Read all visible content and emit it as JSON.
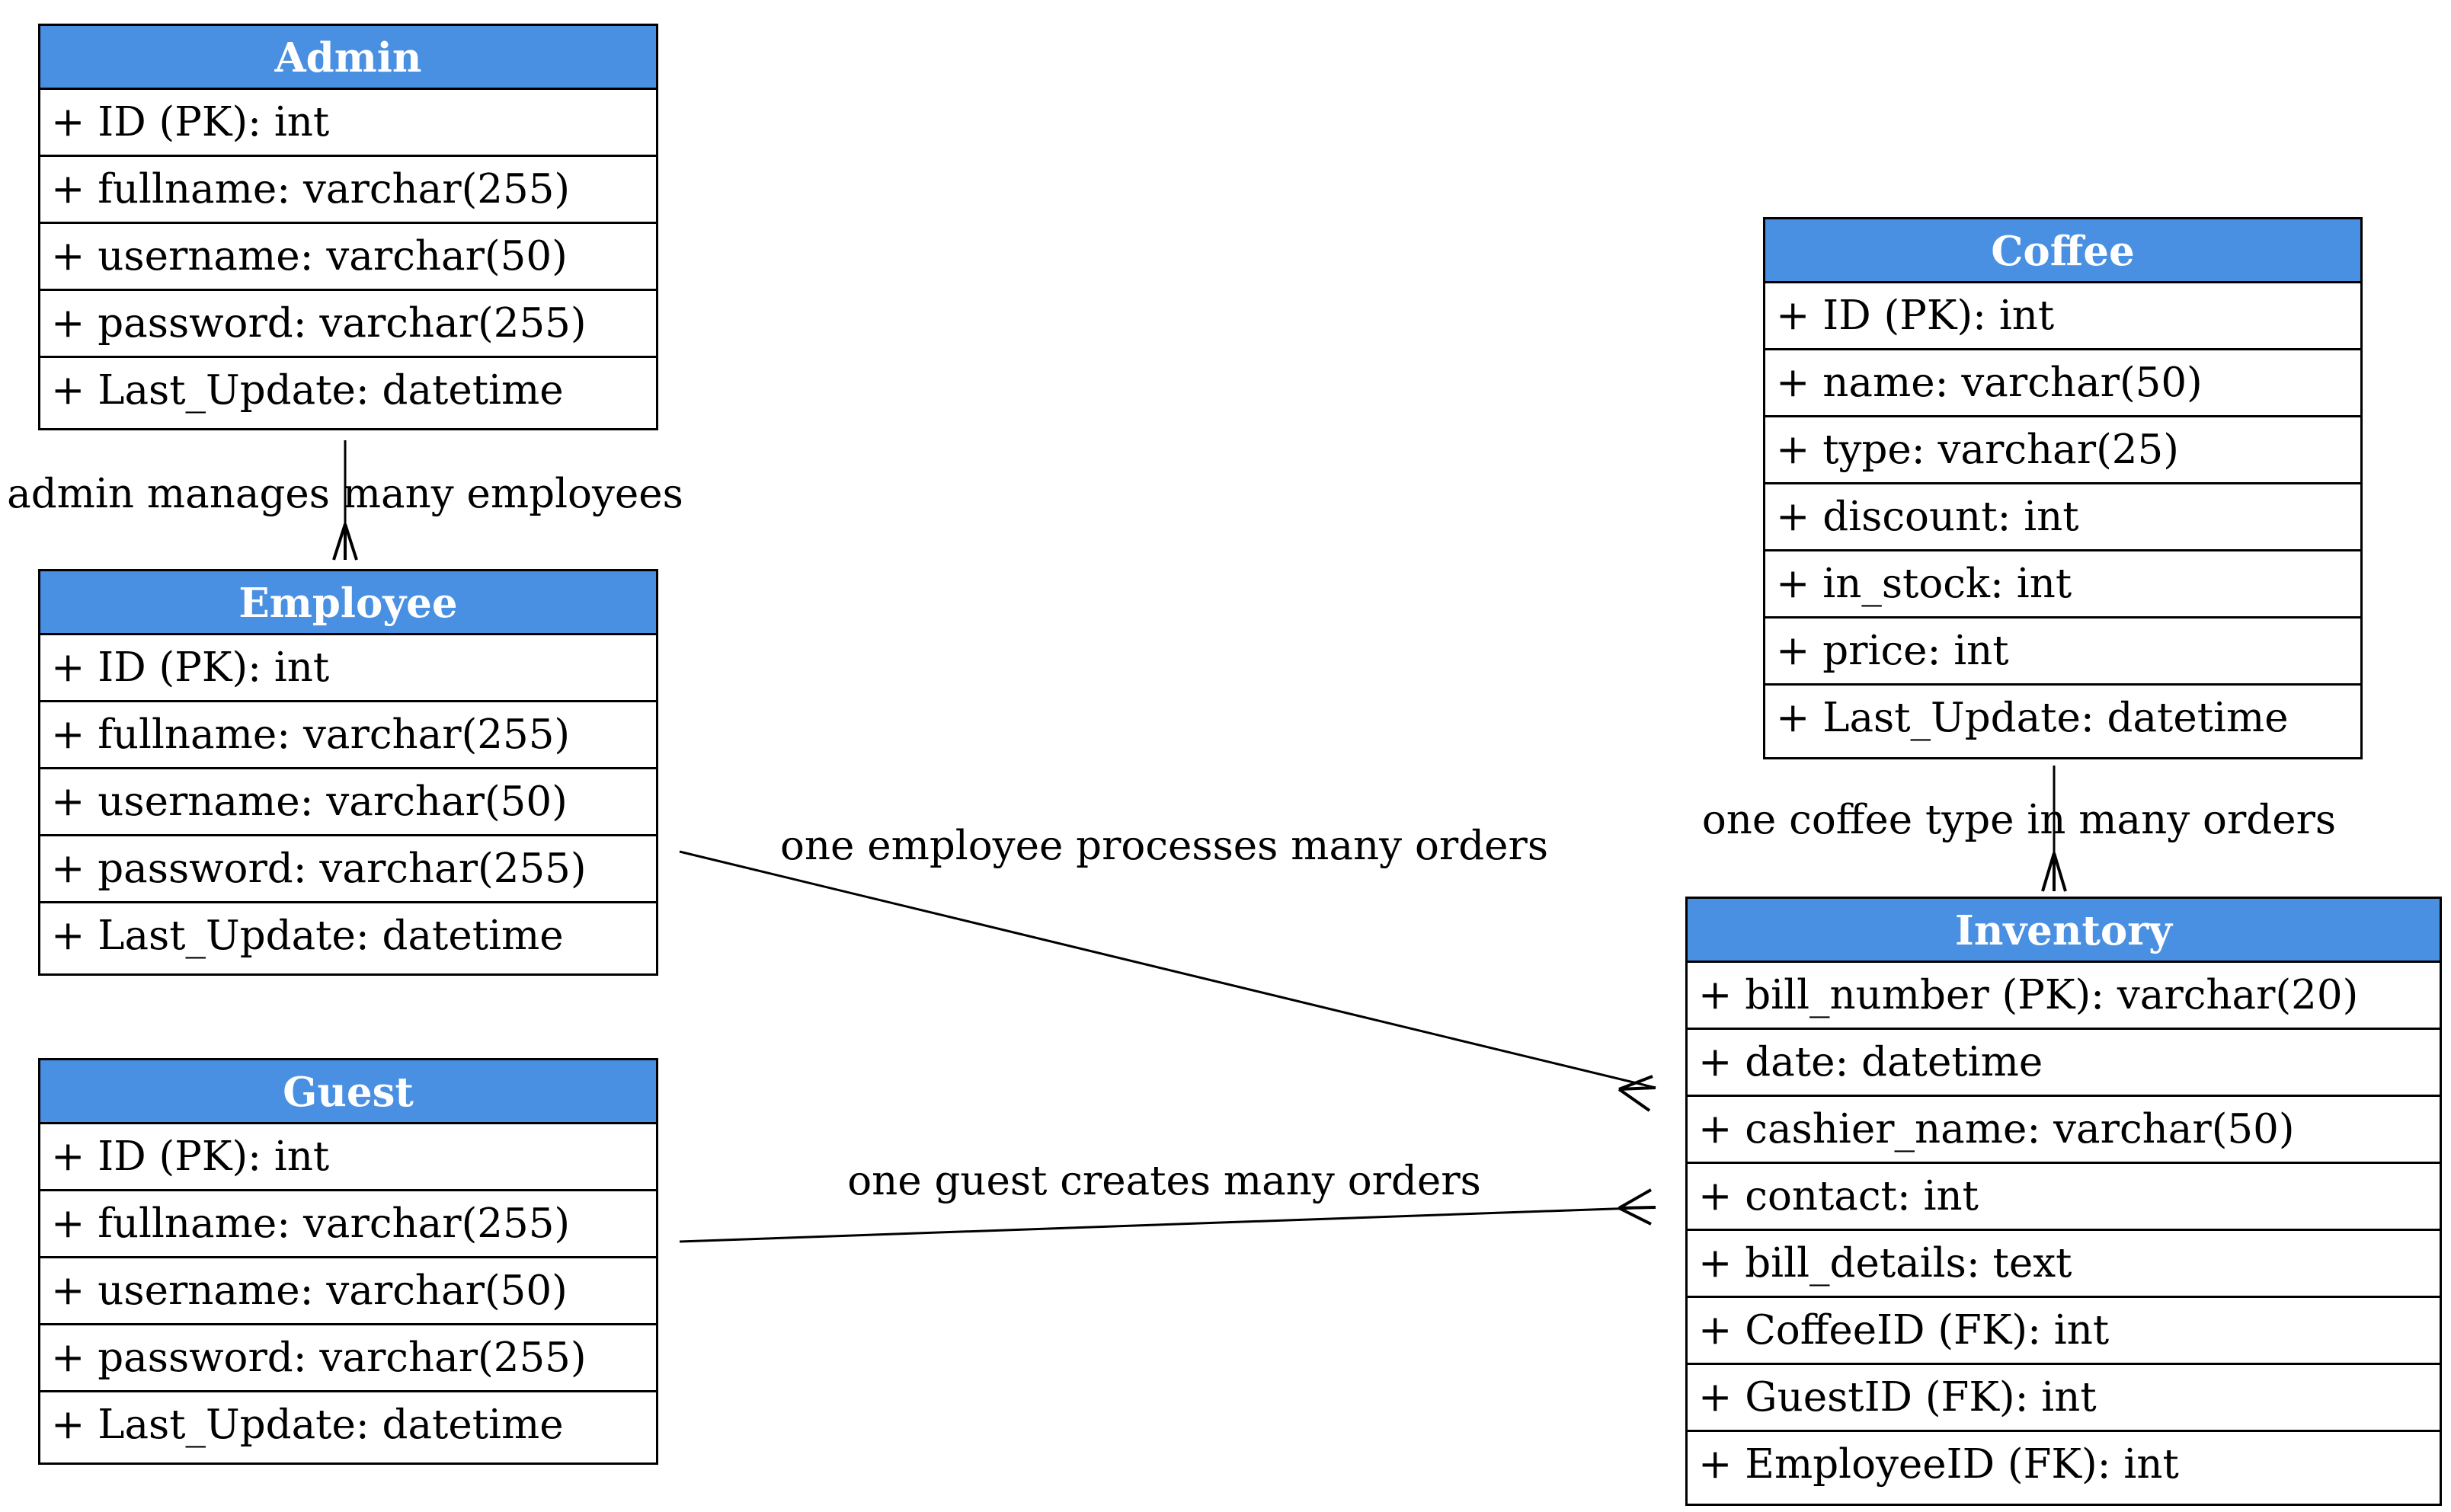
{
  "colors": {
    "header_fill": "#4a90e2",
    "header_text": "#ffffff",
    "border": "#000000",
    "line": "#000000"
  },
  "entities": {
    "admin": {
      "title": "Admin",
      "fields": [
        "+ ID (PK): int",
        "+ fullname: varchar(255)",
        "+ username: varchar(50)",
        "+ password: varchar(255)",
        "+ Last_Update: datetime"
      ]
    },
    "employee": {
      "title": "Employee",
      "fields": [
        "+ ID (PK): int",
        "+ fullname: varchar(255)",
        "+ username: varchar(50)",
        "+ password: varchar(255)",
        "+ Last_Update: datetime"
      ]
    },
    "guest": {
      "title": "Guest",
      "fields": [
        "+ ID (PK): int",
        "+ fullname: varchar(255)",
        "+ username: varchar(50)",
        "+ password: varchar(255)",
        "+ Last_Update: datetime"
      ]
    },
    "coffee": {
      "title": "Coffee",
      "fields": [
        "+ ID (PK): int",
        "+ name: varchar(50)",
        "+ type: varchar(25)",
        "+ discount: int",
        "+ in_stock: int",
        "+ price: int",
        "+ Last_Update: datetime"
      ]
    },
    "inventory": {
      "title": "Inventory",
      "fields": [
        "+ bill_number (PK): varchar(20)",
        "+ date: datetime",
        "+ cashier_name: varchar(50)",
        "+ contact: int",
        "+ bill_details: text",
        "+ CoffeeID (FK): int",
        "+ GuestID (FK): int",
        "+ EmployeeID (FK): int"
      ]
    }
  },
  "relationships": {
    "admin_employee": {
      "label": "admin manages many employees",
      "from": "Admin",
      "to": "Employee",
      "cardinality": "one-to-many"
    },
    "employee_inventory": {
      "label": "one employee processes many orders",
      "from": "Employee",
      "to": "Inventory",
      "cardinality": "one-to-many"
    },
    "guest_inventory": {
      "label": "one guest creates many orders",
      "from": "Guest",
      "to": "Inventory",
      "cardinality": "one-to-many"
    },
    "coffee_inventory": {
      "label": "one coffee type in many orders",
      "from": "Coffee",
      "to": "Inventory",
      "cardinality": "one-to-many"
    }
  }
}
